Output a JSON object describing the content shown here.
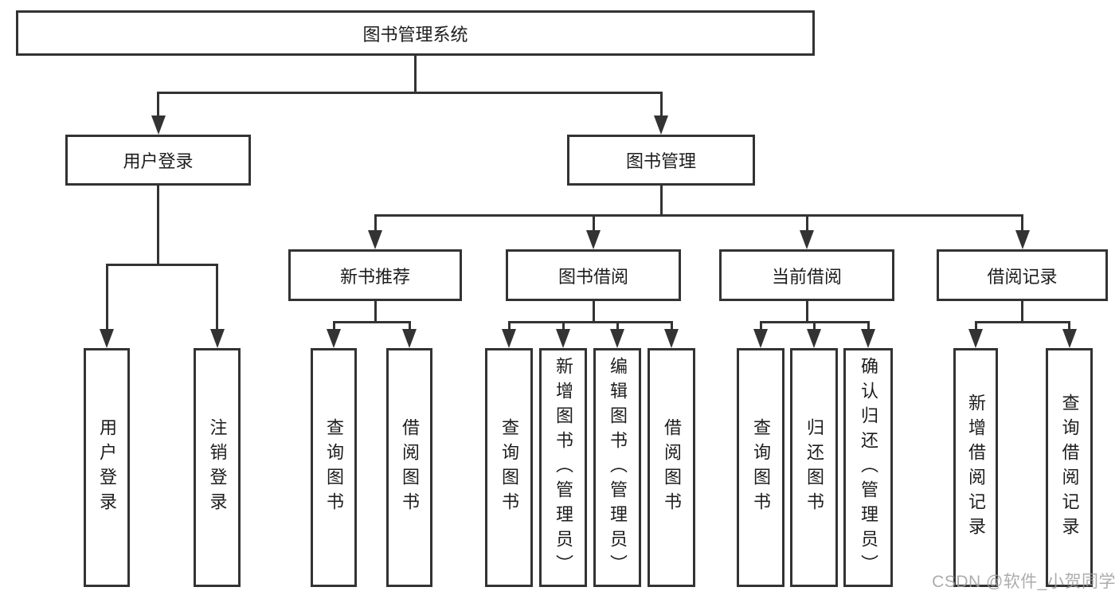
{
  "colors": {
    "line": "#333333",
    "text": "#1d1d1d",
    "box_bg": "#ffffff",
    "watermark": "#9e9e9e"
  },
  "root": {
    "label": "图书管理系统"
  },
  "branches": {
    "user_login": {
      "label": "用户登录",
      "children": [
        {
          "label": "用户登录"
        },
        {
          "label": "注销登录"
        }
      ]
    },
    "book_mgmt": {
      "label": "图书管理",
      "children": [
        {
          "label": "新书推荐",
          "children": [
            {
              "label": "查询图书"
            },
            {
              "label": "借阅图书"
            }
          ]
        },
        {
          "label": "图书借阅",
          "children": [
            {
              "label": "查询图书"
            },
            {
              "label": "新增图书（管理员）"
            },
            {
              "label": "编辑图书（管理员）"
            },
            {
              "label": "借阅图书"
            }
          ]
        },
        {
          "label": "当前借阅",
          "children": [
            {
              "label": "查询图书"
            },
            {
              "label": "归还图书"
            },
            {
              "label": "确认归还（管理员）"
            }
          ]
        },
        {
          "label": "借阅记录",
          "children": [
            {
              "label": "新增借阅记录"
            },
            {
              "label": "查询借阅记录"
            }
          ]
        }
      ]
    }
  },
  "watermark": {
    "text": "CSDN @软件_小贺同学"
  }
}
